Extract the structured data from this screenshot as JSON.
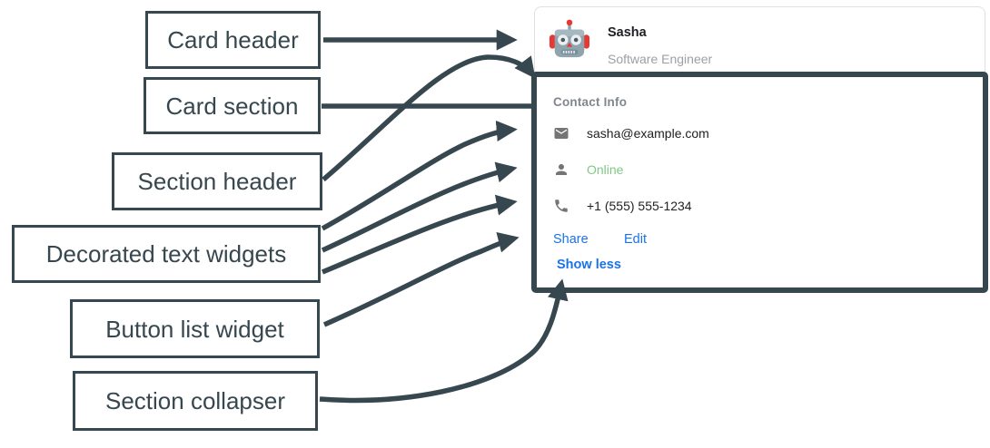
{
  "diagram": {
    "labels": [
      {
        "id": "card-header",
        "text": "Card header"
      },
      {
        "id": "card-section",
        "text": "Card section"
      },
      {
        "id": "section-header",
        "text": "Section header"
      },
      {
        "id": "decorated-widgets",
        "text": "Decorated text widgets"
      },
      {
        "id": "button-list-widget",
        "text": "Button list widget"
      },
      {
        "id": "section-collapser",
        "text": "Section collapser"
      }
    ],
    "annotation_color": "#37474F"
  },
  "card": {
    "header": {
      "avatar_icon": "robot-avatar",
      "name": "Sasha",
      "role": "Software Engineer"
    },
    "section": {
      "title": "Contact Info",
      "rows": [
        {
          "icon": "mail-icon",
          "text": "sasha@example.com",
          "color": "#212121"
        },
        {
          "icon": "person-icon",
          "text": "Online",
          "color": "#81C784"
        },
        {
          "icon": "phone-icon",
          "text": "+1 (555) 555-1234",
          "color": "#212121"
        }
      ],
      "buttons": [
        {
          "label": "Share"
        },
        {
          "label": "Edit"
        }
      ],
      "collapser_label": "Show less"
    },
    "colors": {
      "link_blue": "#1A73E8",
      "online_green": "#81C784",
      "muted_gray": "#80868B",
      "card_border": "#DFE1E5"
    }
  }
}
